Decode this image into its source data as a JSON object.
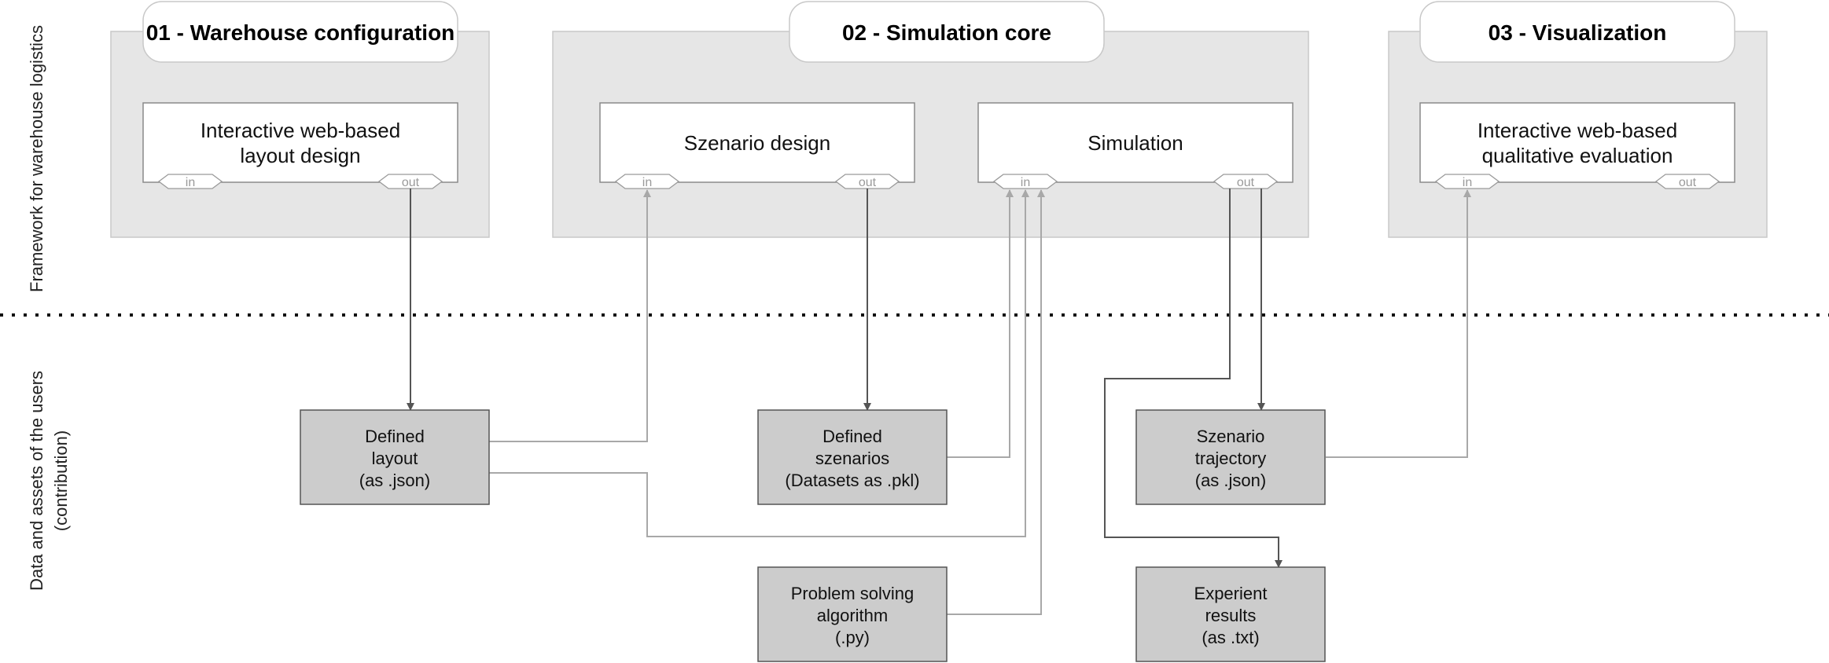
{
  "side_labels": {
    "framework": "Framework for warehouse logistics",
    "data_line1": "Data and assets of the users",
    "data_line2": "(contribution)"
  },
  "modules": [
    {
      "id": "m01",
      "title": "01 - Warehouse configuration"
    },
    {
      "id": "m02",
      "title": "02 - Simulation core"
    },
    {
      "id": "m03",
      "title": "03 - Visualization"
    }
  ],
  "components": [
    {
      "id": "layout-design",
      "lines": [
        "Interactive web-based",
        "layout design"
      ],
      "in": "in",
      "out": "out"
    },
    {
      "id": "szenario-design",
      "lines": [
        "Szenario design"
      ],
      "in": "in",
      "out": "out"
    },
    {
      "id": "simulation",
      "lines": [
        "Simulation"
      ],
      "in": "in",
      "out": "out"
    },
    {
      "id": "qualitative-evaluation",
      "lines": [
        "Interactive web-based",
        "qualitative evaluation"
      ],
      "in": "in",
      "out": "out"
    }
  ],
  "assets": [
    {
      "id": "defined-layout",
      "lines": [
        "Defined",
        "layout",
        "(as .json)"
      ]
    },
    {
      "id": "defined-szenarios",
      "lines": [
        "Defined",
        "szenarios",
        "(Datasets as .pkl)"
      ]
    },
    {
      "id": "szenario-trajectory",
      "lines": [
        "Szenario",
        "trajectory",
        "(as .json)"
      ]
    },
    {
      "id": "problem-solving-algorithm",
      "lines": [
        "Problem solving",
        "algorithm",
        "(.py)"
      ]
    },
    {
      "id": "experient-results",
      "lines": [
        "Experient",
        "results",
        "(as .txt)"
      ]
    }
  ],
  "colors": {
    "module_fill": "#e6e6e6",
    "module_stroke": "#c8c8c8",
    "asset_fill": "#cccccc",
    "asset_stroke": "#555555",
    "dark_arrow": "#555555",
    "light_arrow": "#a8a8a8"
  }
}
